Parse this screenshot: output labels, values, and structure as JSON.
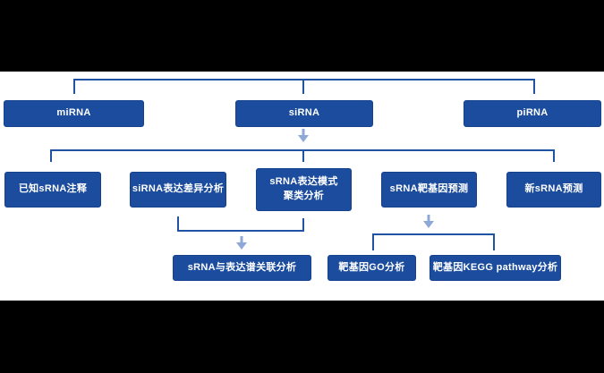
{
  "colors": {
    "box_fill": "#1B4C9D",
    "box_border": "#16418C",
    "line": "#2153A4",
    "arrow": "#8EA8D8",
    "text": "#FFFFFF",
    "background": "#000000",
    "content_background": "#FFFFFF"
  },
  "nodes": {
    "mirna": "miRNA",
    "sirna": "siRNA",
    "pirna": "piRNA",
    "known_srna": "已知sRNA注释",
    "sirna_diff": "siRNA表达差异分析",
    "srna_pattern_line1": "sRNA表达模式",
    "srna_pattern_line2": "聚类分析",
    "srna_target": "sRNA靶基因预测",
    "novel_srna": "新sRNA预测",
    "srna_expr_corr": "sRNA与表达谱关联分析",
    "target_go": "靶基因GO分析",
    "target_kegg": "靶基因KEGG pathway分析"
  }
}
